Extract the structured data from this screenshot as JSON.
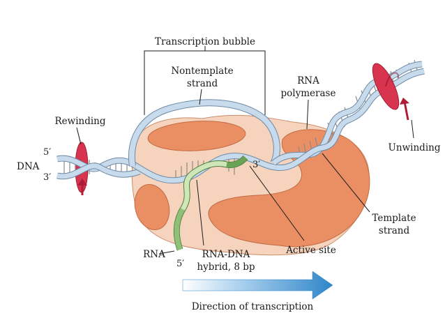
{
  "labels": {
    "bubble": "Transcription bubble",
    "nontemplate_1": "Nontemplate",
    "nontemplate_2": "strand",
    "rnap_1": "RNA",
    "rnap_2": "polymerase",
    "rewinding": "Rewinding",
    "unwinding": "Unwinding",
    "dna": "DNA",
    "five_prime_left": "5′",
    "three_prime_left": "3′",
    "three_prime_rna": "3′",
    "five_prime_rna": "5′",
    "template_1": "Template",
    "template_2": "strand",
    "rna": "RNA",
    "hybrid_1": "RNA-DNA",
    "hybrid_2": "hybrid, 8 bp",
    "active_site": "Active site",
    "direction": "Direction of transcription"
  },
  "colors": {
    "enzyme_light": "#f6d3bd",
    "enzyme_dark": "#e98f63",
    "dna_strand": "#bcd3e6",
    "dna_outline": "#6f8aa6",
    "rna_green": "#8fc07a",
    "rotation_disc": "#d9344f",
    "arrow_blue": "#2f86c8"
  },
  "icons": [
    "rotation-arrow-icon",
    "direction-arrow-icon"
  ]
}
